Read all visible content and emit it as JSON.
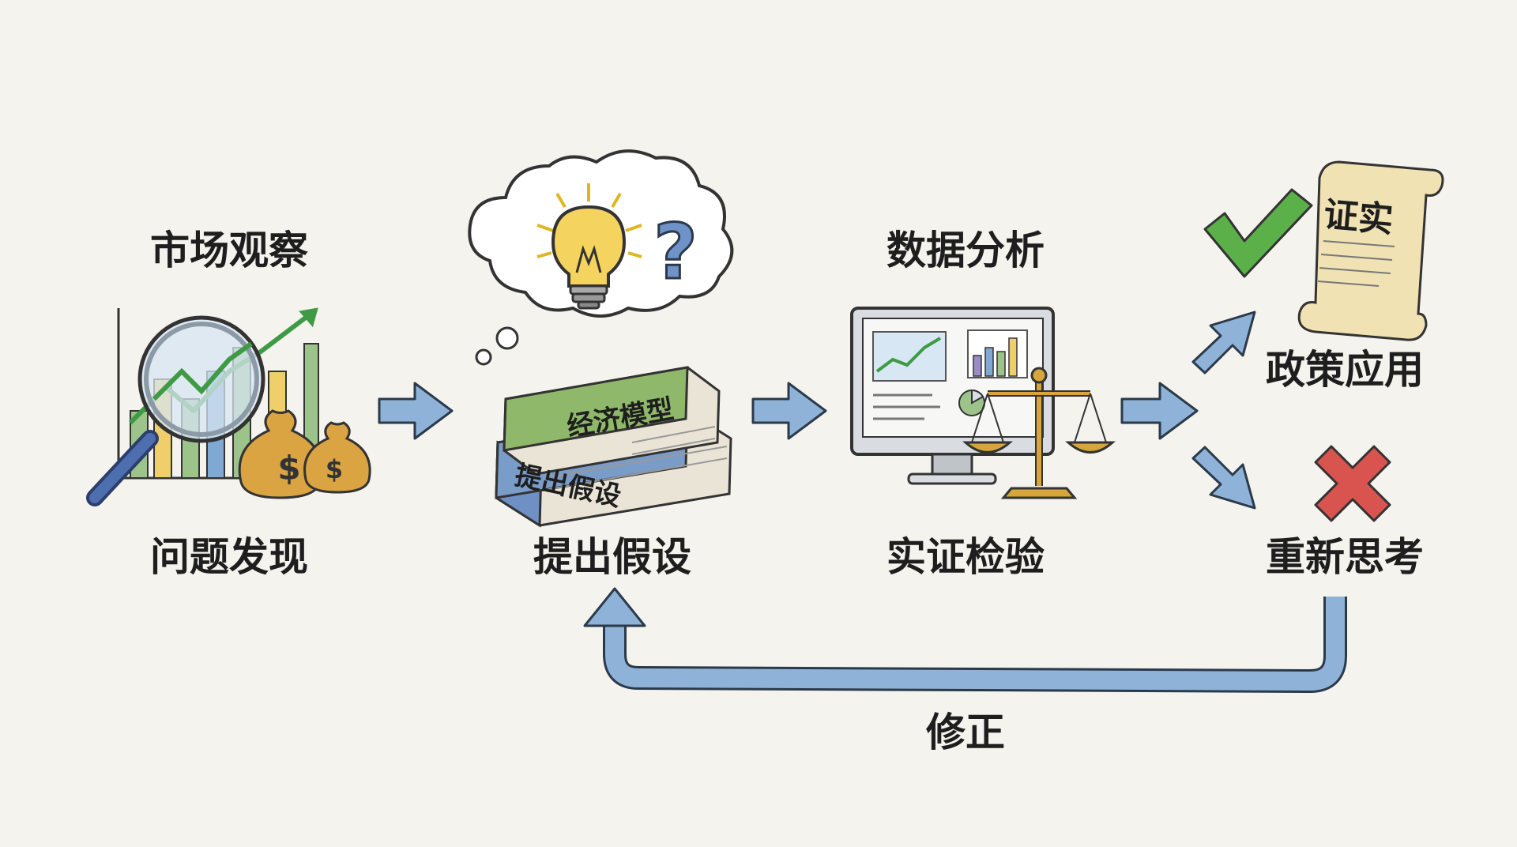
{
  "stages": {
    "observe": {
      "top_label": "市场观察",
      "bottom_label": "问题发现"
    },
    "hypothesis": {
      "book_top": "经济模型",
      "book_bottom": "提出假设",
      "bottom_label": "提出假设"
    },
    "analysis": {
      "top_label": "数据分析",
      "bottom_label": "实证检验"
    },
    "outcomes": {
      "scroll_text": "证实",
      "confirmed_label": "政策应用",
      "rejected_label": "重新思考"
    }
  },
  "feedback": {
    "label": "修正"
  },
  "icons": [
    "magnifier-icon",
    "bar-chart-icon",
    "money-bag-icon",
    "lightbulb-icon",
    "question-mark-icon",
    "books-icon",
    "computer-monitor-icon",
    "balance-scale-icon",
    "scroll-icon",
    "check-mark-icon",
    "cross-mark-icon",
    "arrow-icon"
  ],
  "colors": {
    "arrow_fill": "#8fb3d8",
    "arrow_stroke": "#2b3a4a",
    "book_green": "#8fb86a",
    "book_blue": "#7a9cc9",
    "bulb_yellow": "#f4d35e",
    "check_green": "#5bb04a",
    "cross_red": "#d9534f",
    "gold": "#d6a63a"
  }
}
